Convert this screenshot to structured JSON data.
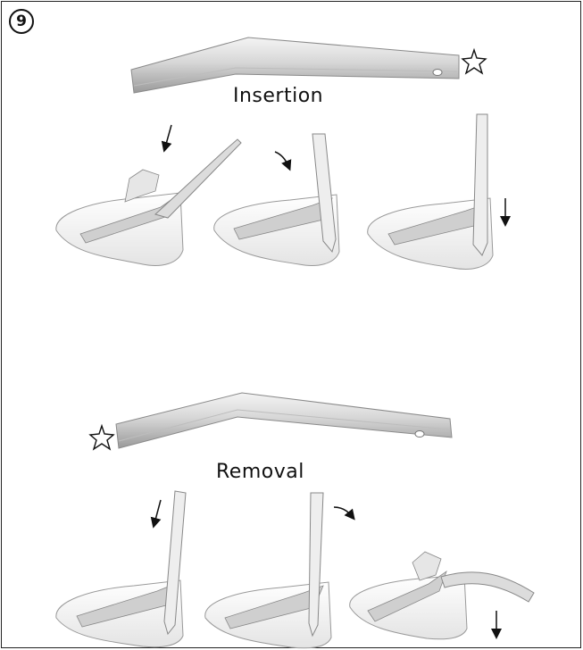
{
  "step_number": "9",
  "sections": {
    "insertion": {
      "label": "Insertion"
    },
    "removal": {
      "label": "Removal"
    }
  }
}
